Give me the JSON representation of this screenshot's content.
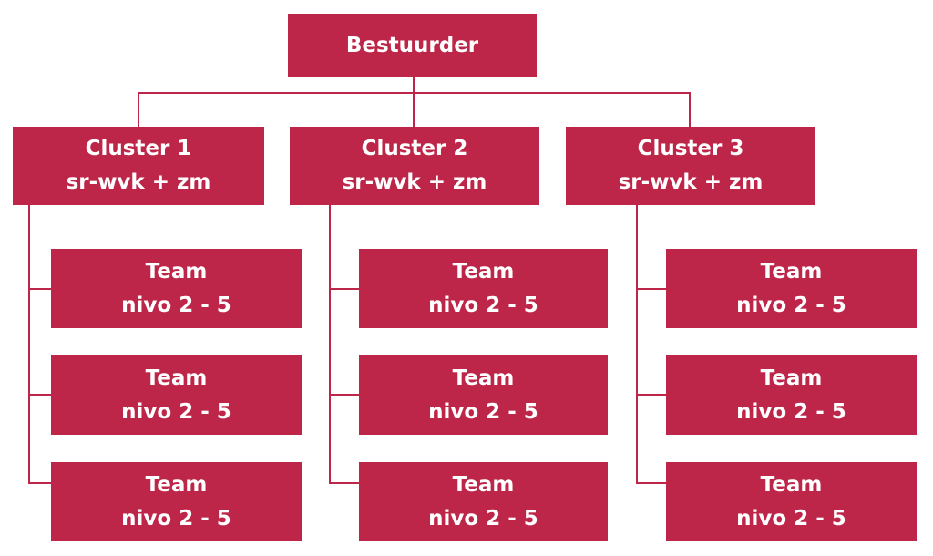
{
  "colors": {
    "box_fill": "#BE2649",
    "box_text": "#ffffff",
    "connector": "#BE2649",
    "background": "#ffffff"
  },
  "root": {
    "label": "Bestuurder"
  },
  "clusters": [
    {
      "title": "Cluster 1",
      "subtitle": "sr-wvk + zm",
      "teams": [
        {
          "title": "Team",
          "subtitle": "nivo 2 - 5"
        },
        {
          "title": "Team",
          "subtitle": "nivo 2 - 5"
        },
        {
          "title": "Team",
          "subtitle": "nivo 2 - 5"
        }
      ]
    },
    {
      "title": "Cluster 2",
      "subtitle": "sr-wvk + zm",
      "teams": [
        {
          "title": "Team",
          "subtitle": "nivo 2 - 5"
        },
        {
          "title": "Team",
          "subtitle": "nivo 2 - 5"
        },
        {
          "title": "Team",
          "subtitle": "nivo 2 - 5"
        }
      ]
    },
    {
      "title": "Cluster 3",
      "subtitle": "sr-wvk + zm",
      "teams": [
        {
          "title": "Team",
          "subtitle": "nivo 2 - 5"
        },
        {
          "title": "Team",
          "subtitle": "nivo 2 - 5"
        },
        {
          "title": "Team",
          "subtitle": "nivo 2 - 5"
        }
      ]
    }
  ]
}
